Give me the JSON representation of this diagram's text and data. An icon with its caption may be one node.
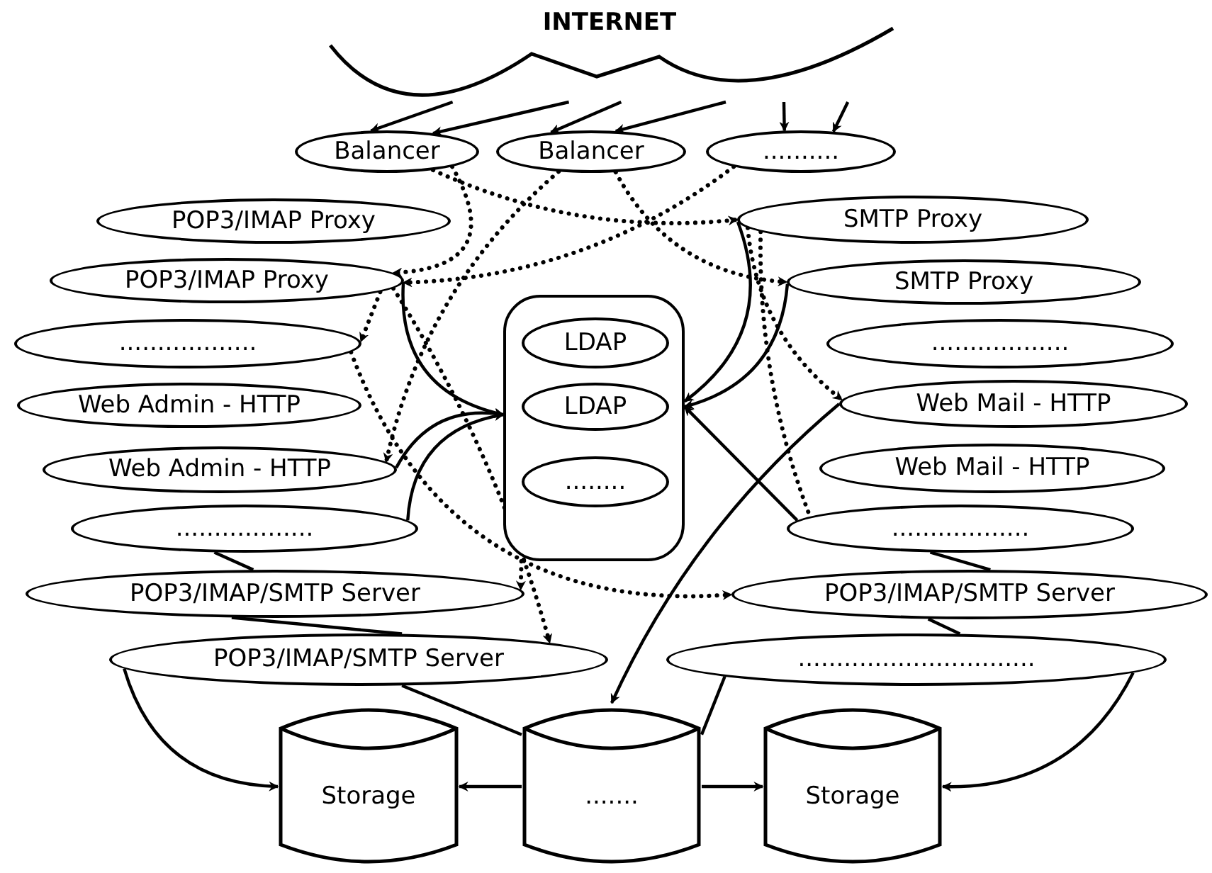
{
  "diagram": {
    "nodes": [
      {
        "text": [
          "INTERNET"
        ]
      },
      {
        "text": [
          "Balancer"
        ]
      },
      {
        "text": [
          "Balancer"
        ]
      },
      {
        "text": [
          ".........."
        ]
      },
      {
        "text": [
          "POP3/IMAP Proxy"
        ]
      },
      {
        "text": [
          "SMTP Proxy"
        ]
      },
      {
        "text": [
          "POP3/IMAP Proxy"
        ]
      },
      {
        "text": [
          "SMTP Proxy"
        ]
      },
      {
        "text": [],
        "shape": "box"
      },
      {
        "text": [
          "LDAP"
        ],
        "in": 8
      },
      {
        "text": [
          "LDAP"
        ],
        "in": 8
      },
      {
        "text": [
          "........"
        ],
        "in": 8
      },
      {
        "text": [
          ".................."
        ]
      },
      {
        "text": [
          ".................."
        ]
      },
      {
        "text": [
          "Web Admin - HTTP"
        ]
      },
      {
        "text": [
          "Web Mail - HTTP"
        ]
      },
      {
        "text": [
          "Web Admin - HTTP"
        ]
      },
      {
        "text": [
          "Web Mail - HTTP"
        ]
      },
      {
        "text": [
          ".................."
        ]
      },
      {
        "text": [
          ".................."
        ]
      },
      {
        "text": [
          "POP3/IMAP/SMTP Server"
        ]
      },
      {
        "text": [
          "POP3/IMAP/SMTP Server"
        ]
      },
      {
        "text": [
          "POP3/IMAP/SMTP Server"
        ]
      },
      {
        "text": [
          "..............................."
        ]
      },
      {
        "text": [
          "Storage"
        ]
      },
      {
        "text": [
          "......."
        ]
      },
      {
        "text": [
          "Storage"
        ]
      }
    ],
    "edges": [
      {
        "from": 0,
        "to": 1,
        "arrow": "to"
      },
      {
        "from": 0,
        "to": 1,
        "arrow": "to"
      },
      {
        "from": 0,
        "to": 2,
        "arrow": "to"
      },
      {
        "from": 0,
        "to": 2,
        "arrow": "to"
      },
      {
        "from": 0,
        "to": 3,
        "arrow": "to"
      },
      {
        "from": 0,
        "to": 3,
        "arrow": "to"
      },
      {
        "from": 1,
        "to": 5,
        "arrow": "to",
        "style": "dashed"
      },
      {
        "from": 1,
        "to": 6,
        "arrow": "to",
        "style": "dashed"
      },
      {
        "from": 3,
        "to": 6,
        "arrow": "to",
        "style": "dashed"
      },
      {
        "from": 2,
        "to": 7,
        "arrow": "to",
        "style": "dashed"
      },
      {
        "from": 2,
        "to": 16,
        "arrow": "to",
        "style": "dashed"
      },
      {
        "from": 6,
        "to": 8,
        "arrow": "to"
      },
      {
        "from": 6,
        "to": 22,
        "arrow": "to",
        "style": "dashed"
      },
      {
        "from": 6,
        "to": 12,
        "arrow": "to",
        "style": "dashed"
      },
      {
        "from": 12,
        "to": 21,
        "arrow": "to",
        "style": "dashed"
      },
      {
        "from": 16,
        "to": 8,
        "arrow": "to"
      },
      {
        "from": 18,
        "to": 8,
        "arrow": "to"
      },
      {
        "from": 5,
        "to": 8,
        "arrow": "to"
      },
      {
        "from": 7,
        "to": 8,
        "arrow": "to"
      },
      {
        "from": 5,
        "to": 15,
        "arrow": "to",
        "style": "dashed"
      },
      {
        "from": 5,
        "to": 19,
        "arrow": "none",
        "style": "dashed"
      },
      {
        "from": 19,
        "to": 8,
        "arrow": "to"
      },
      {
        "from": 8,
        "to": 20,
        "arrow": "to",
        "style": "dashed"
      },
      {
        "from": 15,
        "to": 25,
        "arrow": "to"
      },
      {
        "from": 18,
        "to": 20,
        "arrow": "none"
      },
      {
        "from": 20,
        "to": 22,
        "arrow": "none"
      },
      {
        "from": 19,
        "to": 21,
        "arrow": "none"
      },
      {
        "from": 21,
        "to": 23,
        "arrow": "none"
      },
      {
        "from": 22,
        "to": 24,
        "arrow": "to"
      },
      {
        "from": 23,
        "to": 26,
        "arrow": "to"
      },
      {
        "from": 25,
        "to": 24,
        "arrow": "to"
      },
      {
        "from": 25,
        "to": 26,
        "arrow": "to"
      },
      {
        "from": 22,
        "to": 25,
        "arrow": "none"
      },
      {
        "from": 23,
        "to": 25,
        "arrow": "none"
      }
    ]
  }
}
